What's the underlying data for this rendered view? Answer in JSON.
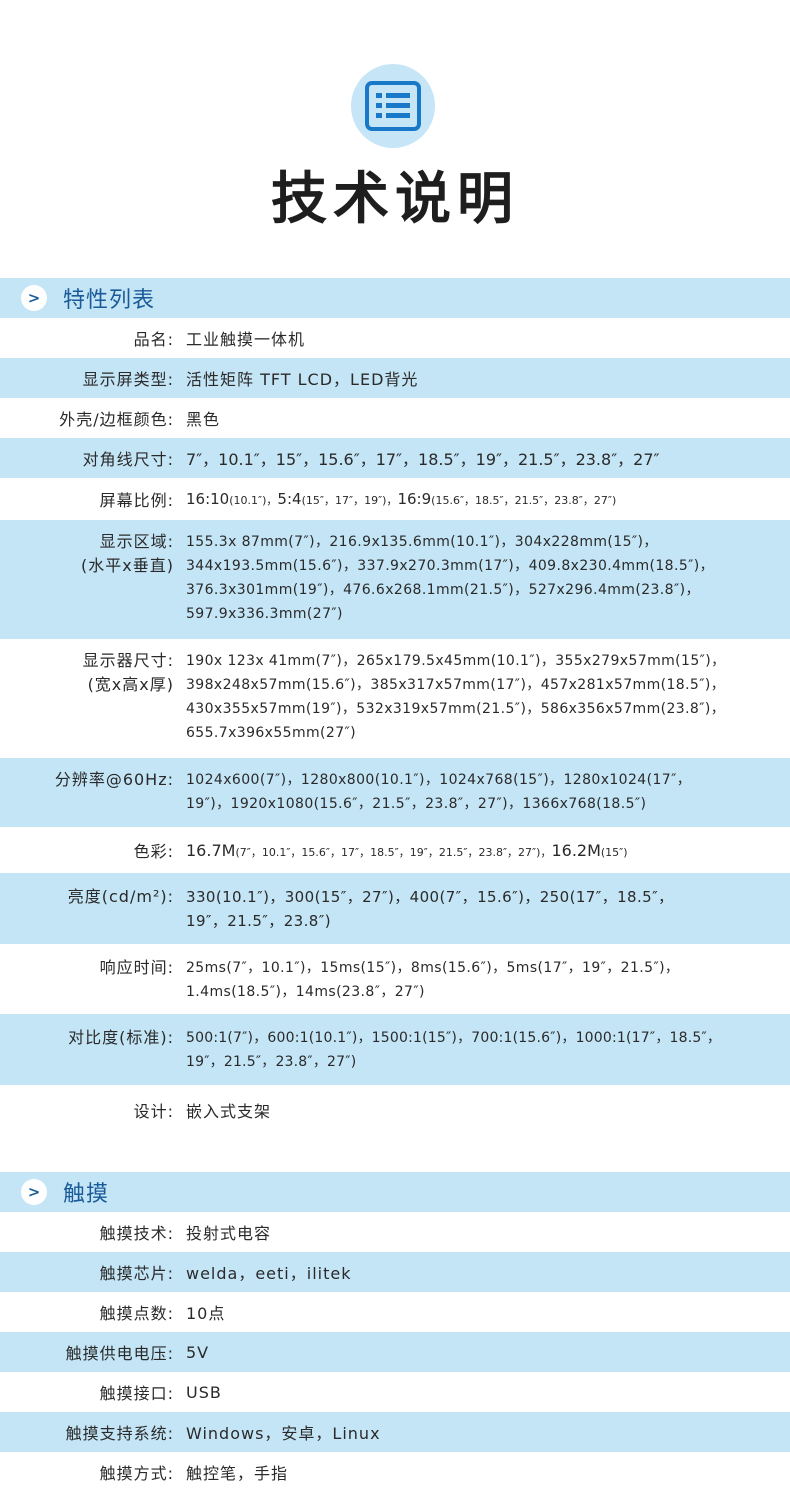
{
  "page": {
    "icon": "list-icon",
    "title": "技术说明",
    "accent_color": "#c4e5f6",
    "title_color": "#1a5a98"
  },
  "sections": [
    {
      "title": "特性列表",
      "rows": [
        {
          "label": "品名:",
          "value": "工业触摸一体机"
        },
        {
          "label": "显示屏类型:",
          "value": "活性矩阵 TFT LCD，LED背光"
        },
        {
          "label": "外壳/边框颜色:",
          "value": "黑色"
        },
        {
          "label": "对角线尺寸:",
          "value": "7″，10.1″，15″，15.6″，17″，18.5″，19″，21.5″，23.8″，27″"
        },
        {
          "label": "屏幕比例:",
          "value_parts": [
            "16:10",
            "(10.1″)，",
            "5:4",
            "(15″，17″，19″)，",
            "16:9",
            "(15.6″，18.5″，21.5″，23.8″，27″)"
          ]
        },
        {
          "label_lines": [
            "显示区域:",
            "(水平x垂直)"
          ],
          "value_lines": [
            "155.3x 87mm(7″)，216.9x135.6mm(10.1″)，304x228mm(15″)，",
            "344x193.5mm(15.6″)，337.9x270.3mm(17″)，409.8x230.4mm(18.5″)，",
            "376.3x301mm(19″)，476.6x268.1mm(21.5″)，527x296.4mm(23.8″)，",
            "597.9x336.3mm(27″)"
          ]
        },
        {
          "label_lines": [
            "显示器尺寸:",
            "(宽x高x厚)"
          ],
          "value_lines": [
            "190x 123x 41mm(7″)，265x179.5x45mm(10.1″)，355x279x57mm(15″)，",
            "398x248x57mm(15.6″)，385x317x57mm(17″)，457x281x57mm(18.5″)，",
            "430x355x57mm(19″)，532x319x57mm(21.5″)，586x356x57mm(23.8″)，",
            "655.7x396x55mm(27″)"
          ]
        },
        {
          "label": "分辨率@60Hz:",
          "value_lines": [
            "1024x600(7″)，1280x800(10.1″)，1024x768(15″)，1280x1024(17″，",
            "19″)，1920x1080(15.6″，21.5″，23.8″，27″)，1366x768(18.5″)"
          ]
        },
        {
          "label": "色彩:",
          "value_parts": [
            "16.7M",
            "(7″，10.1″，15.6″，17″，18.5″，19″，21.5″，23.8″，27″)，",
            "16.2M",
            "(15″)"
          ]
        },
        {
          "label": "亮度(cd/m²):",
          "value_lines": [
            "330(10.1″)，300(15″，27″)，400(7″，15.6″)，250(17″，18.5″，",
            "19″，21.5″，23.8″)"
          ]
        },
        {
          "label": "响应时间:",
          "value_lines": [
            "25ms(7″，10.1″)，15ms(15″)，8ms(15.6″)，5ms(17″，19″，21.5″)，",
            "1.4ms(18.5″)，14ms(23.8″，27″)"
          ]
        },
        {
          "label": "对比度(标准):",
          "value_lines": [
            "500:1(7″)，600:1(10.1″)，1500:1(15″)，700:1(15.6″)，1000:1(17″，18.5″，",
            "19″，21.5″，23.8″，27″)"
          ]
        },
        {
          "label": "设计:",
          "value": "嵌入式支架"
        }
      ]
    },
    {
      "title": "触摸",
      "rows": [
        {
          "label": "触摸技术:",
          "value": "投射式电容"
        },
        {
          "label": "触摸芯片:",
          "value": "welda，eeti，ilitek"
        },
        {
          "label": "触摸点数:",
          "value": "10点"
        },
        {
          "label": "触摸供电电压:",
          "value": "5V"
        },
        {
          "label": "触摸接口:",
          "value": "USB"
        },
        {
          "label": "触摸支持系统:",
          "value": "Windows，安卓，Linux"
        },
        {
          "label": "触摸方式:",
          "value": "触控笔，手指"
        }
      ]
    }
  ]
}
